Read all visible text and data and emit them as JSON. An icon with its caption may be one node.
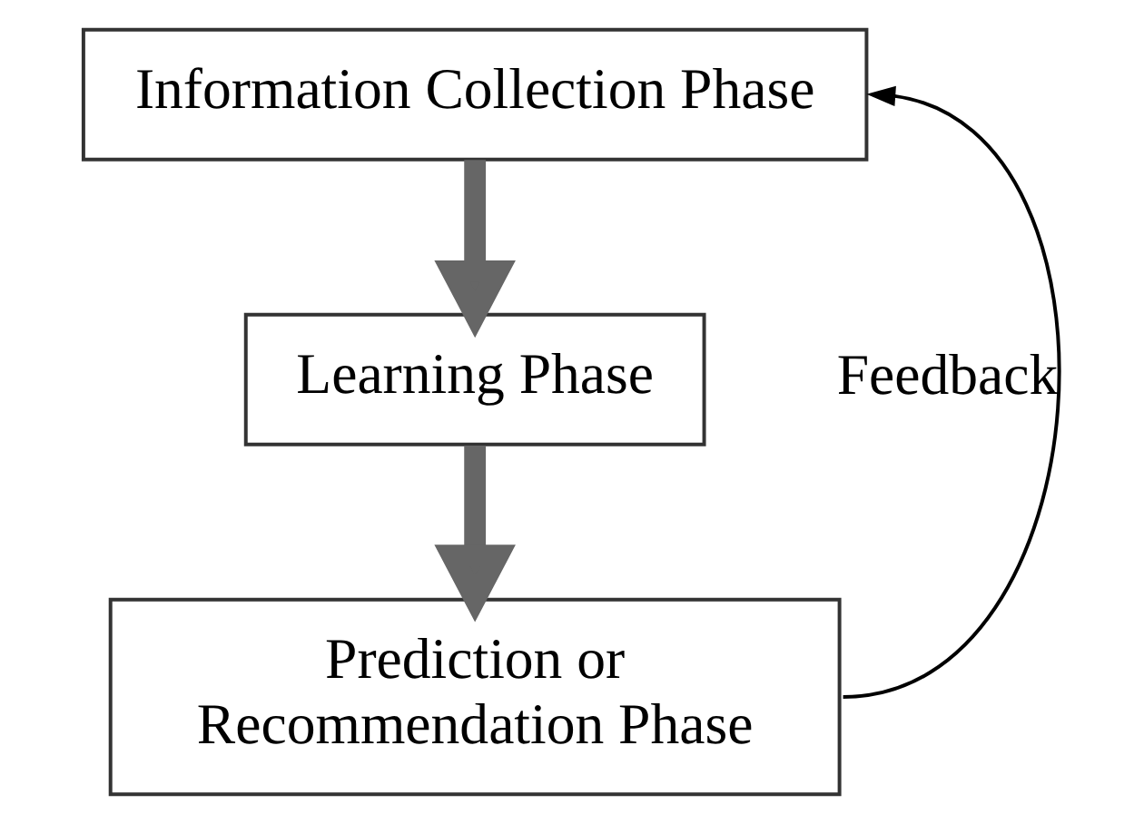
{
  "diagram": {
    "nodes": [
      {
        "text": [
          "Information Collection Phase"
        ]
      },
      {
        "text": [
          "Learning Phase"
        ]
      },
      {
        "text": [
          "Prediction or Recommendation Phase"
        ]
      }
    ],
    "edges": [
      {
        "from": 0,
        "to": 1,
        "arrow": "to"
      },
      {
        "from": 1,
        "to": 2,
        "arrow": "to"
      },
      {
        "from": 2,
        "to": 0,
        "arrow": "to",
        "label": "Feedback",
        "color": "#000000"
      }
    ]
  }
}
